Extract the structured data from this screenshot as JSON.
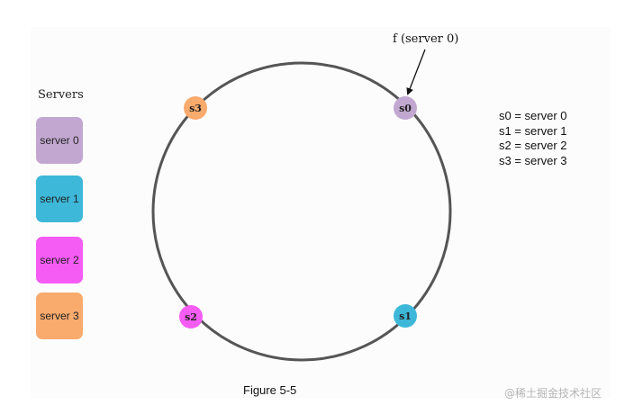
{
  "servers_panel": {
    "title": "Servers",
    "items": [
      {
        "label": "server 0",
        "color": "#c2a8d0"
      },
      {
        "label": "server 1",
        "color": "#3db8d9"
      },
      {
        "label": "server 2",
        "color": "#f55cf4"
      },
      {
        "label": "server 3",
        "color": "#f9aa6d"
      }
    ]
  },
  "ring": {
    "stroke_color": "#555555",
    "nodes": [
      {
        "label": "s0",
        "color": "#c2a8d0"
      },
      {
        "label": "s1",
        "color": "#3db8d9"
      },
      {
        "label": "s2",
        "color": "#f55cf4"
      },
      {
        "label": "s3",
        "color": "#f9aa6d"
      }
    ]
  },
  "annotation": {
    "text": "f (server 0)"
  },
  "legend": {
    "lines": [
      "s0 = server 0",
      "s1 = server 1",
      "s2 = server 2",
      "s3 = server 3"
    ]
  },
  "caption": "Figure 5-5",
  "watermark": "@稀土掘金技术社区"
}
